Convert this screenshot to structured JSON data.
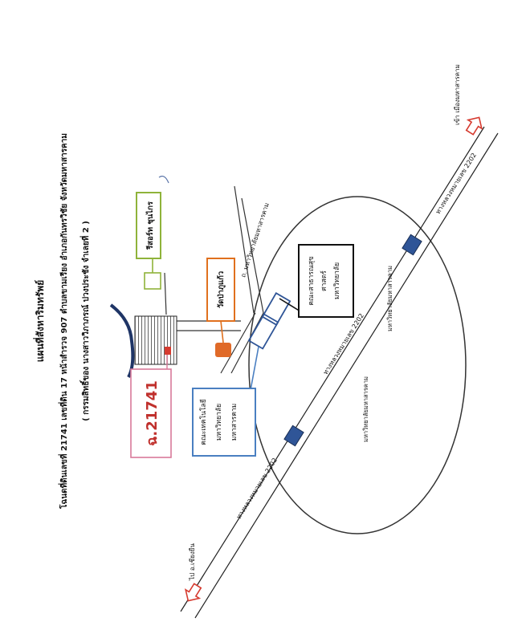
{
  "header": {
    "title": "แผนที่สังหาริมทรัพย์",
    "line1": "โฉนดที่ดินเลขที่ 21741 เลขที่ดิน 17 หน้าสำรวจ 907 ตำบลขามเรียง อำเภอกันทรวิชัย จังหวัดมหาสารคาม",
    "line2": "( กรรมสิทธิ์ของ นางสาววิภาภรณ์ ปวงประชัง จำเลยที่ 2 )"
  },
  "labels": {
    "resort": "รีสอร์ท ชุนไกร",
    "temple": "วัดป่าภูแก้ว",
    "public_health": [
      "คณะสาธารณสุข",
      "ศาสตร์",
      "มหาวิทยาลัย"
    ],
    "technology": [
      "คณะเทคโนโลยี",
      "มหาวิทยาลัย",
      "มหาสารคาม"
    ],
    "parcel": "ฉ.21741",
    "road_top": "ถ. มหาวิทยาลัยมหาสารคาม",
    "campus_top": "มหาวิทยาลัยมหาสารคาม",
    "campus_bottom": "มหาวิทยาลัยมหาสารคาม",
    "hwy_upper": "ทางหลวงหมายเลข 2202",
    "hwy_mid": "ทางหลวงหมายเลข 2202",
    "hwy_lower": "ทางหลวงหมายเลข 2202",
    "to_mahasarakham": "เข้า เมืองมหาสารคาม",
    "to_chiangyuen": "ไป อ.เชียงยืน"
  },
  "colors": {
    "resort_box": "#8fb33a",
    "temple_box": "#e0701e",
    "temple_marker": "#e06a28",
    "tech_box": "#4a7fc1",
    "parcel_box": "#d97a9a",
    "parcel_text": "#c0302c",
    "river": "#1f3566",
    "hwy_marker": "#2f5597",
    "arrow": "#d63a2f"
  }
}
